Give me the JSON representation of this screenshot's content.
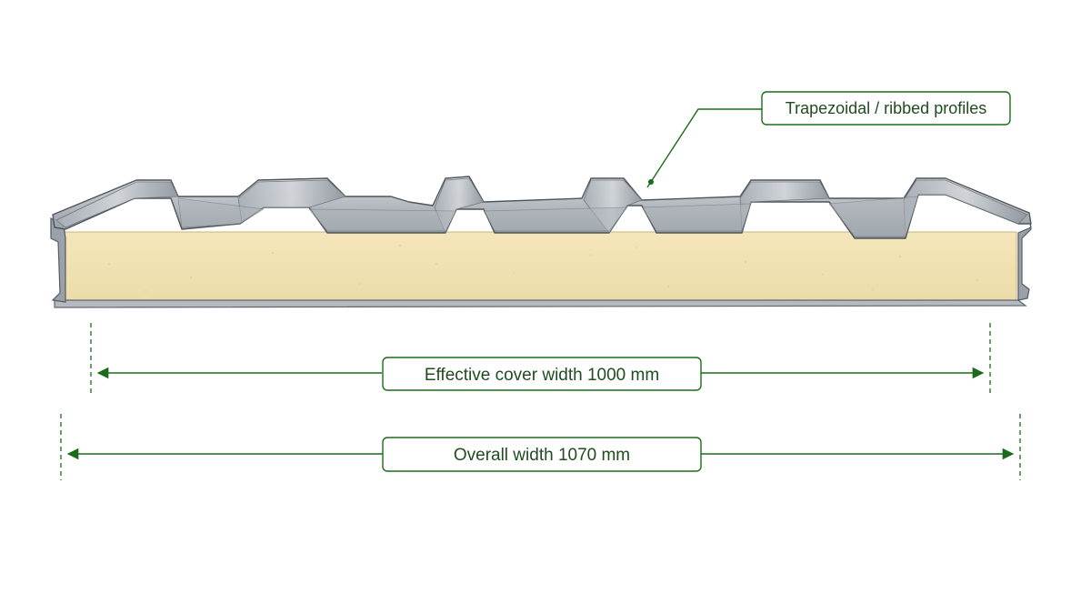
{
  "colors": {
    "annotation_green": "#1c6b1c",
    "label_text": "#1f4d1f",
    "steel_light": "#c9ced3",
    "steel_mid": "#9aa1a8",
    "steel_dark": "#6b7177",
    "foam": "#f1e3b4"
  },
  "callout": {
    "label": "Trapezoidal / ribbed profiles"
  },
  "dimensions": {
    "cover_width": {
      "label": "Effective cover width 1000 mm",
      "value_mm": 1000
    },
    "overall_width": {
      "label": "Overall width 1070 mm",
      "value_mm": 1070
    }
  }
}
